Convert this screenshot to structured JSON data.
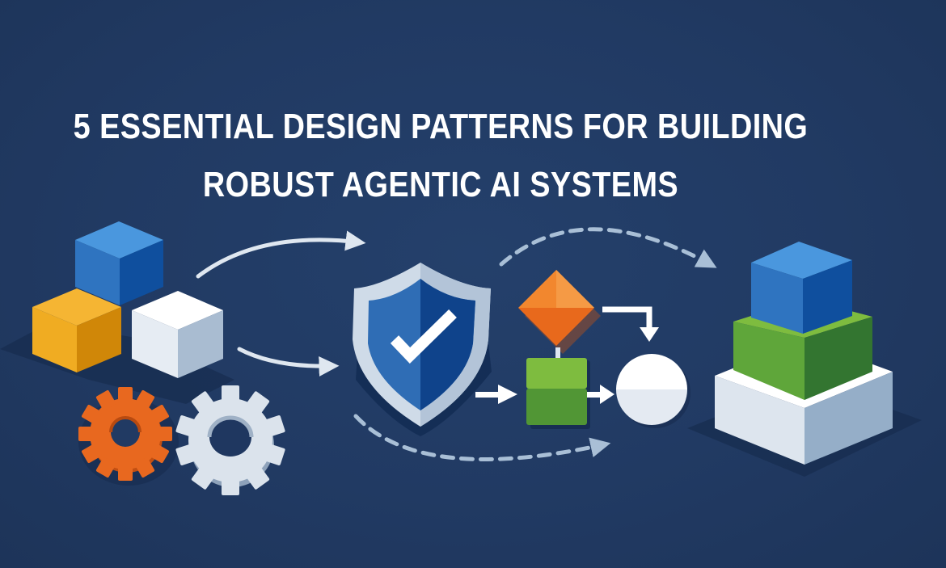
{
  "title": {
    "line1": "5 Essential Design Patterns for Building",
    "line2": "Robust Agentic AI Systems"
  },
  "colors": {
    "background": "#213a63",
    "title_text": "#ffffff",
    "cube_blue_top": "#4a97de",
    "cube_blue_left": "#2f74c0",
    "cube_blue_right": "#0f4f9e",
    "cube_yellow_top": "#f5b533",
    "cube_yellow_left": "#f0ac22",
    "cube_yellow_right": "#d08708",
    "cube_white_top": "#ffffff",
    "cube_white_left": "#e6ecf3",
    "cube_white_right": "#a9bcd1",
    "gear_orange": "#e8681f",
    "gear_gray": "#dbe3ec",
    "shield_outer": "#cfdbe8",
    "shield_blue_left": "#2f6db5",
    "shield_blue_right": "#0f438b",
    "diamond_orange": "#f2872e",
    "square_green_top": "#7ebc3f",
    "square_green_bottom": "#519635",
    "circle_white": "#ffffff",
    "stack_green": "#5fa63a",
    "arrow_light": "#dfe7f0",
    "arrow_dashed": "#a9bfd6"
  },
  "illustration": {
    "left_group": [
      "blue-cube",
      "yellow-cube",
      "white-cube",
      "orange-gear",
      "gray-gear"
    ],
    "center_group": [
      "shield-check",
      "orange-diamond",
      "green-square",
      "white-circle"
    ],
    "right_group": [
      "blue-cube",
      "green-block",
      "white-base-block"
    ]
  }
}
